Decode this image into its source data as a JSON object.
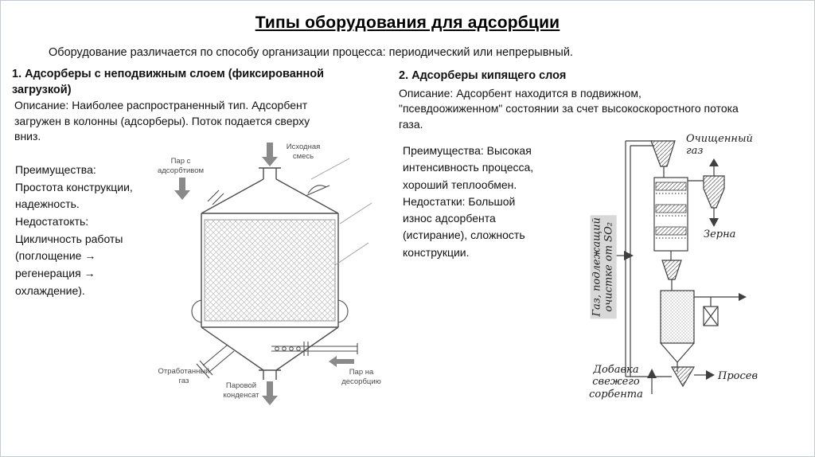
{
  "slide": {
    "title": "Типы оборудования для адсорбции",
    "subtitle": "Оборудование различается по способу организации процесса: периодический или непрерывный."
  },
  "left": {
    "heading": "1. Адсорберы с неподвижным слоем (фиксированной\nзагрузкой)",
    "description": "Описание: Наиболее распространенный тип. Адсорбент\nзагружен в колонны (адсорберы). Поток подается сверху\nвниз.",
    "pros_cons": "Преимущества:\nПростота конструкции,\nнадежность.\nНедостатокть:\nЦикличность работы\n(поглощение →\nрегенерация →\nохлаждение).",
    "labels": {
      "feed": "Исходная\nсмесь",
      "steam_in": "Пар с\nадсорбтивом",
      "spent_gas": "Отработанный\nгаз",
      "steam_desorption": "Пар на\nдесорбцию",
      "condensate": "Паровой\nконденсат"
    }
  },
  "right": {
    "heading": "2. Адсорберы кипящего слоя",
    "description": "Описание: Адсорбент находится в подвижном,\n\"псевдоожиженном\" состоянии за счет высокоскоростного потока\nгаза.",
    "pros_cons": "Преимущества: Высокая\nинтенсивность процесса,\nхороший теплообмен.\nНедостатки: Большой\nизнос адсорбента\n(истирание), сложность\nконструкции.",
    "labels": {
      "clean_gas": "Очищенный\nгаз",
      "grains": "Зерна",
      "gas_inlet": "Газ, подлежащий\nочистке от SO₂",
      "fresh_sorbent": "Добавка\nсвежего\nсорбента",
      "screenings": "Просев"
    }
  }
}
